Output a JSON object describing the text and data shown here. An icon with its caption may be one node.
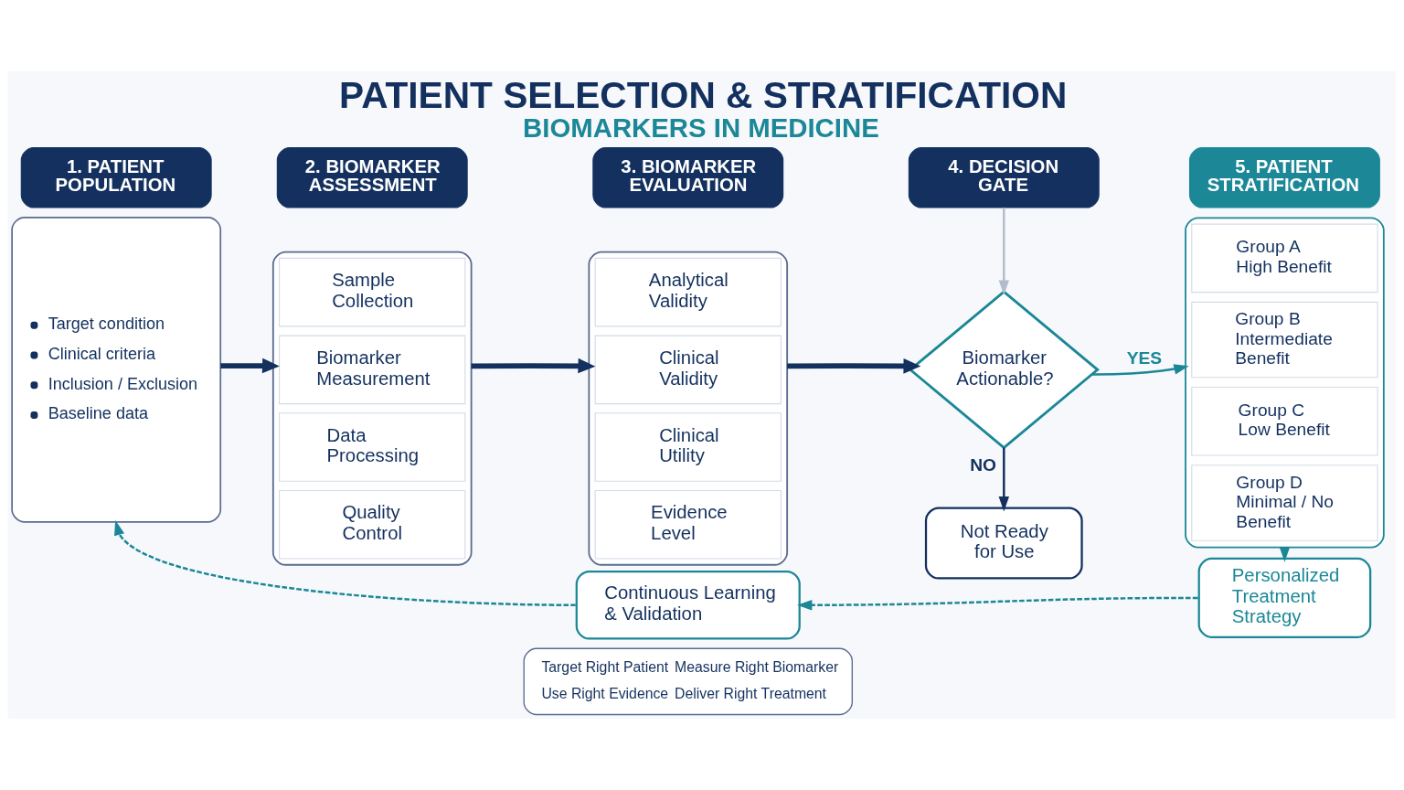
{
  "diagram": {
    "title": "PATIENT SELECTION & STRATIFICATION",
    "caption": "BIOMARKERS IN MEDICINE",
    "nodes": [
      {
        "text": [
          "1. PATIENT POPULATION"
        ]
      },
      {
        "text": [
          "Target condition",
          "Clinical criteria",
          "Inclusion / Exclusion",
          "Baseline data"
        ]
      },
      {
        "text": [
          "2. BIOMARKER ASSESSMENT"
        ]
      },
      {
        "text": [],
        "shape": "box"
      },
      {
        "text": [
          "Sample Collection"
        ],
        "in": 3
      },
      {
        "text": [
          "Biomarker Measurement"
        ],
        "in": 3
      },
      {
        "text": [
          "Data Processing"
        ],
        "in": 3
      },
      {
        "text": [
          "Quality Control"
        ],
        "in": 3
      },
      {
        "text": [
          "3. BIOMARKER EVALUATION"
        ]
      },
      {
        "text": [],
        "shape": "box"
      },
      {
        "text": [
          "Analytical Validity"
        ],
        "in": 9
      },
      {
        "text": [
          "Clinical Validity"
        ],
        "in": 9
      },
      {
        "text": [
          "Clinical Utility"
        ],
        "in": 9
      },
      {
        "text": [
          "Evidence Level"
        ],
        "in": 9
      },
      {
        "text": [
          "4. DECISION GATE"
        ]
      },
      {
        "text": [
          "Biomarker Actionable?"
        ]
      },
      {
        "text": [
          "Not Ready for Use"
        ]
      },
      {
        "text": [
          "5. PATIENT STRATIFICATION"
        ]
      },
      {
        "text": [],
        "shape": "box"
      },
      {
        "text": [
          "Group A",
          "High Benefit"
        ],
        "in": 18
      },
      {
        "text": [
          "Group B",
          "Intermediate Benefit"
        ],
        "in": 18
      },
      {
        "text": [
          "Group C",
          "Low Benefit"
        ],
        "in": 18
      },
      {
        "text": [
          "Group D",
          "Minimal / No Benefit"
        ],
        "in": 18
      },
      {
        "text": [
          "Continuous Learning & Validation"
        ]
      },
      {
        "text": [
          "Personalized Treatment Strategy"
        ]
      },
      {
        "text": [
          "Target Right Patient",
          "Measure Right Biomarker",
          "Use Right Evidence",
          "Deliver Right Treatment"
        ]
      }
    ],
    "edges": [
      {
        "from": 1,
        "to": 3,
        "arrow": "to",
        "style": "thick"
      },
      {
        "from": 3,
        "to": 9,
        "arrow": "to",
        "style": "thick"
      },
      {
        "from": 9,
        "to": 15,
        "arrow": "to",
        "style": "thick"
      },
      {
        "from": 14,
        "to": 15,
        "arrow": "to",
        "color": "#b4bccb"
      },
      {
        "from": 15,
        "to": 18,
        "arrow": "to",
        "label": "YES",
        "color": "#1b8797"
      },
      {
        "from": 15,
        "to": 16,
        "arrow": "to",
        "label": "NO"
      },
      {
        "from": 18,
        "to": 24,
        "arrow": "to",
        "color": "#1b8797"
      },
      {
        "from": 24,
        "to": 23,
        "arrow": "to",
        "style": "dashed",
        "color": "#1b8797"
      },
      {
        "from": 23,
        "to": 1,
        "arrow": "to",
        "style": "dashed",
        "color": "#1b8797"
      }
    ]
  }
}
